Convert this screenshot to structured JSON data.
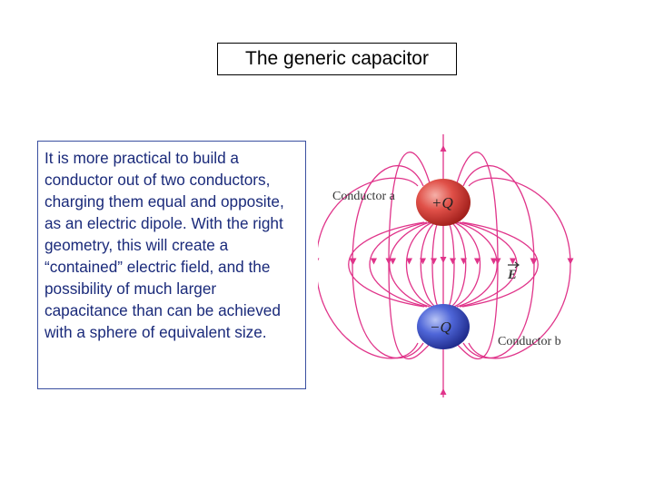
{
  "title": "The generic capacitor",
  "body_text": "It is more practical to build a conductor out of two conductors, charging them equal and opposite, as an electric dipole.  With the right geometry, this will create a “contained” electric field, and the possibility of much larger capacitance than can be achieved with a sphere of equivalent size.",
  "diagram": {
    "label_a": "Conductor a",
    "label_b": "Conductor b",
    "charge_a": "+Q",
    "charge_b": "−Q",
    "field_label": "E",
    "colors": {
      "field_line": "#e0348a",
      "positive": "#d83a34",
      "negative": "#3a4fc0",
      "label": "#333333"
    }
  }
}
